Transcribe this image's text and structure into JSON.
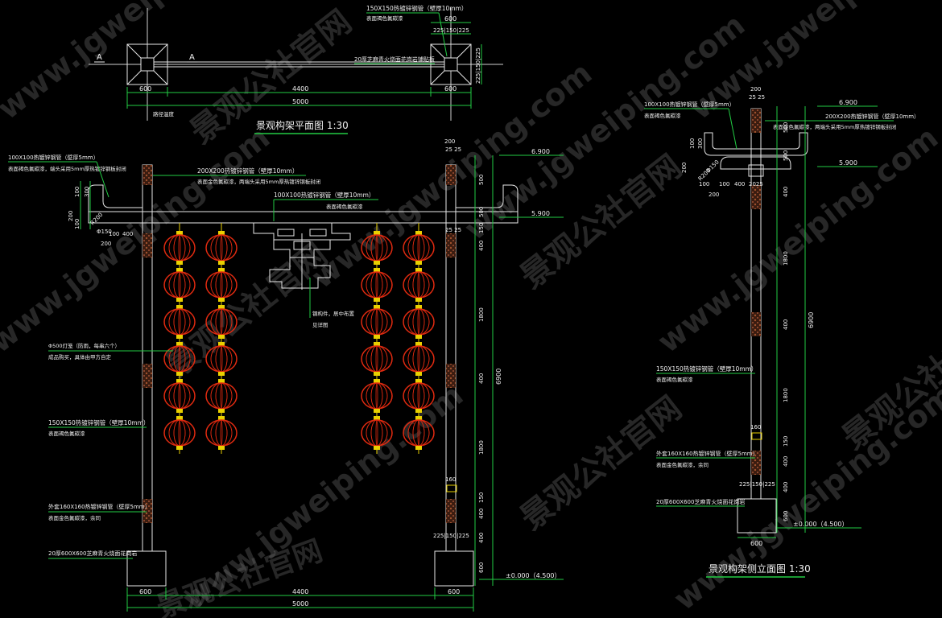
{
  "colors": {
    "background": "#000000",
    "structure": "#e8e8e8",
    "dimension": "#22cc44",
    "text": "#f0f0f0",
    "lantern": "#e02a10",
    "lantern_cap": "#e8d000",
    "pillar_pattern": "#a0522d",
    "watermark": "#6f6f6f"
  },
  "plan_view": {
    "title": "景观构架平面图 1:30",
    "section_marker": "A",
    "note_pipe": "150X150热镀锌钢管（壁厚10mm）",
    "note_pipe_finish": "表面褐色氟碳漆",
    "note_stone": "20厚芝麻青火烧面花岗岩铺贴板",
    "note_axis": "路径温度",
    "dims": {
      "top_total": "600",
      "top_parts": "225|150|225",
      "right_side": "225|150|225",
      "left_col": "600",
      "span": "4400",
      "right_col": "600",
      "total": "5000"
    }
  },
  "front_elevation": {
    "note_top_pipe": "100X100热镀锌钢管（壁厚5mm）",
    "note_top_pipe_finish": "表面褐色氟碳漆，端头采用5mm厚热镀锌钢板封闭",
    "note_beam": "200X200热镀锌钢管（壁厚10mm）",
    "note_beam_finish": "表面金色氟碳漆，两端头采用5mm厚热镀锌钢板封闭",
    "note_mid_pipe": "100X100热镀锌钢管（壁厚10mm）",
    "note_mid_pipe_finish": "表面褐色氟碳漆",
    "note_ornament": "钢构件，居中布置",
    "note_ornament_2": "见详图",
    "note_lantern": "Φ500灯笼（防雨，每串六个）",
    "note_lantern_2": "成品购买，具体由甲方自定",
    "note_column": "150X150热镀锌钢管（壁厚10mm）",
    "note_column_finish": "表面褐色氟碳漆",
    "note_sleeve": "外套160X160热镀锌钢管（壁厚5mm）",
    "note_sleeve_finish": "表面金色氟碳漆，余同",
    "note_base": "20厚600X600芝麻青火烧面花岗岩",
    "elev_top": "6.900",
    "elev_mid": "5.900",
    "elev_ground": "±0.000（4.500）",
    "left_dims": [
      "100",
      "300",
      "200",
      "100",
      "R200",
      "Φ150",
      "100",
      "400",
      "200"
    ],
    "top_dim": "200",
    "top_dim_parts": "25 25",
    "mid_dim_parts": "25 25",
    "bottom_dims": {
      "left_col": "600",
      "span": "4400",
      "right_col": "600",
      "total": "5000"
    },
    "right_dims": [
      "500",
      "500",
      "150",
      "400",
      "1800",
      "400",
      "1800",
      "150",
      "400",
      "400",
      "600"
    ],
    "sleeve_label": "160",
    "base_parts": "225|150|225",
    "height_total": "6900"
  },
  "side_elevation": {
    "title": "景观构架侧立面图 1:30",
    "note_top_pipe": "100X100热镀锌钢管（壁厚5mm）",
    "note_top_pipe_finish": "表面褐色氟碳漆",
    "note_beam": "200X200热镀锌钢管（壁厚10mm）",
    "note_beam_finish": "表面金色氟碳漆，两端头采用5mm厚热镀锌钢板封闭",
    "note_column": "150X150热镀锌钢管（壁厚10mm）",
    "note_column_finish": "表面褐色氟碳漆",
    "note_sleeve": "外套160X160热镀锌钢管（壁厚5mm）",
    "note_sleeve_finish": "表面金色氟碳漆，余同",
    "note_base": "20厚600X600芝麻青火烧面花岗岩",
    "elev_top": "6.900",
    "elev_mid": "5.900",
    "elev_ground": "±0.000（4.500）",
    "top_dim": "200",
    "top_dim_parts": "25 25",
    "left_dims": [
      "200",
      "100",
      "300",
      "R200",
      "Φ150",
      "100",
      "100",
      "400",
      "2025",
      "200"
    ],
    "right_dims": [
      "500",
      "500",
      "400",
      "1800",
      "400",
      "1800",
      "150",
      "400",
      "400",
      "600"
    ],
    "sleeve_label": "160",
    "base_parts": "225|150|225",
    "base_width": "600",
    "height_total": "6900"
  },
  "watermarks": [
    "www.jgweiping.com",
    "景观公社官网"
  ]
}
